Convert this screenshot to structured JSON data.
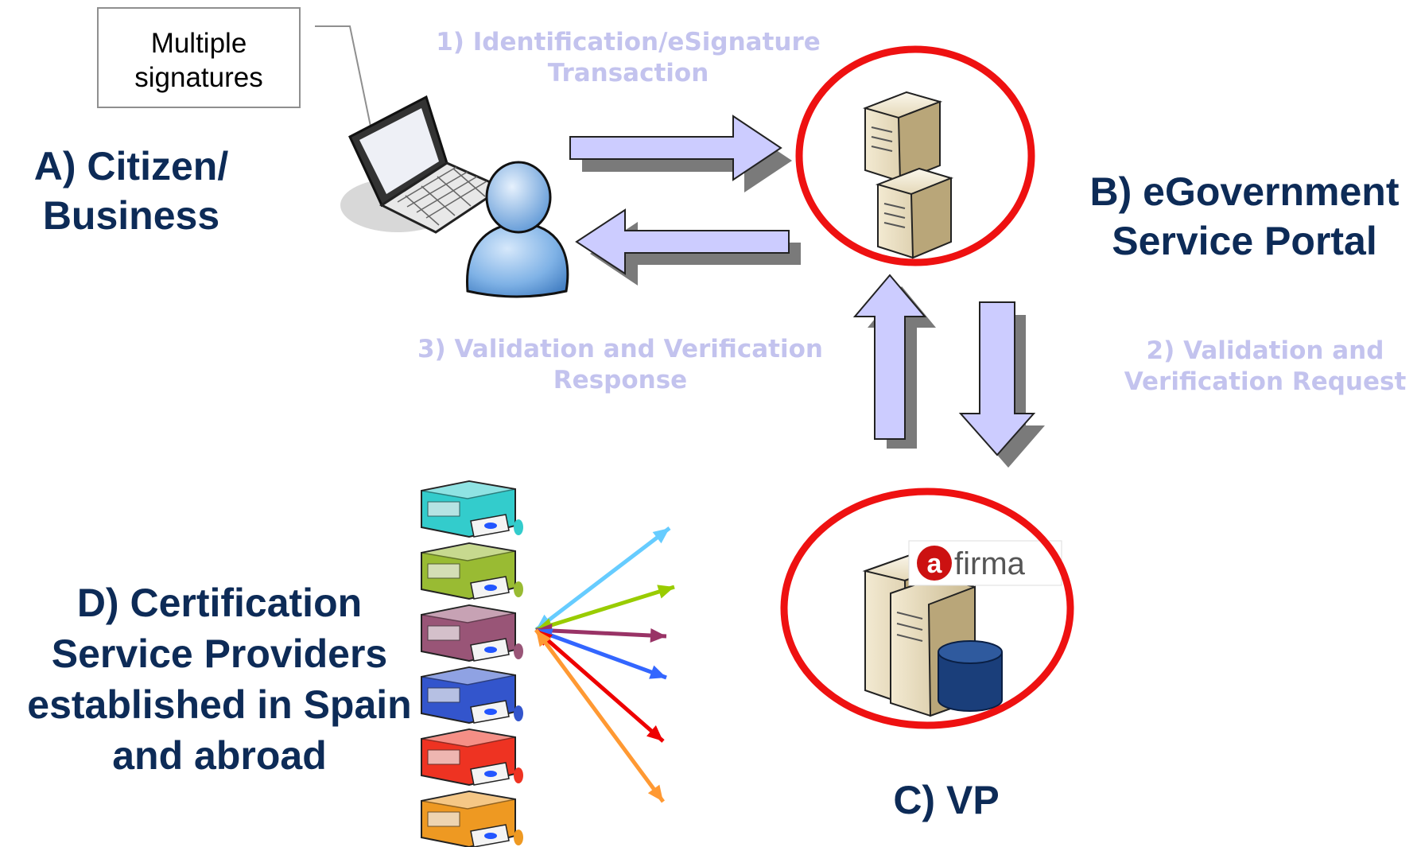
{
  "labels": {
    "citizen": [
      "A) Citizen/",
      "Business"
    ],
    "portal": [
      "B) eGovernment",
      "Service Portal"
    ],
    "vp": "C) VP",
    "csp": [
      "D) Certification",
      "Service Providers",
      "established in Spain",
      "and abroad"
    ]
  },
  "steps": {
    "step1": [
      "1) Identification/eSignature",
      "Transaction"
    ],
    "step2": [
      "2) Validation and",
      "Verification Request"
    ],
    "step3": [
      "3) Validation and Verification",
      "Response"
    ]
  },
  "callout": [
    "Multiple",
    "signatures"
  ],
  "logo_text": "firma",
  "colors": {
    "label": "#0d2b57",
    "step_text": "#c3c3ee",
    "arrow_fill": "#ccccff",
    "arrow_shadow": "#7a7a7a",
    "highlight_circle": "#ee1111",
    "csp_arrows": [
      "#66ccff",
      "#99cc00",
      "#993366",
      "#3366ff",
      "#ee0000",
      "#ff9933"
    ],
    "csp_servers": [
      "#33cccc",
      "#99bb33",
      "#995577",
      "#3355cc",
      "#ee3322",
      "#ee9922"
    ]
  }
}
